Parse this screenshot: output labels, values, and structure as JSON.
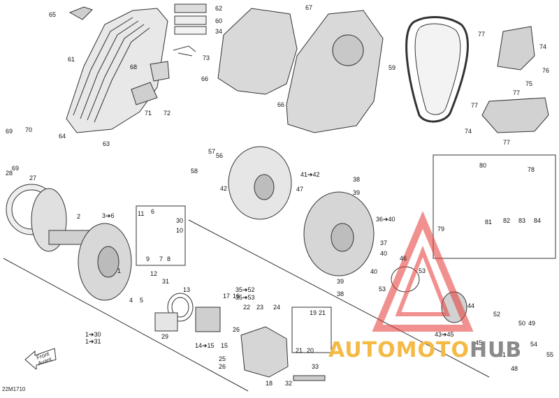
{
  "diagram_id": "22M1710",
  "front_label": [
    "Front",
    "Avant"
  ],
  "watermark": {
    "part1": "AUTOMOTO",
    "part2": "HUB",
    "color_main": "#f5b945",
    "color_tail": "#8a8a8a",
    "logo_color": "#e53935"
  },
  "callouts": [
    {
      "id": "c65",
      "text": "65"
    },
    {
      "id": "c62",
      "text": "62"
    },
    {
      "id": "c60",
      "text": "60"
    },
    {
      "id": "c34",
      "text": "34"
    },
    {
      "id": "c67",
      "text": "67"
    },
    {
      "id": "c61",
      "text": "61"
    },
    {
      "id": "c73",
      "text": "73"
    },
    {
      "id": "c68",
      "text": "68"
    },
    {
      "id": "c66a",
      "text": "66"
    },
    {
      "id": "c66b",
      "text": "66"
    },
    {
      "id": "c59",
      "text": "59"
    },
    {
      "id": "c77a",
      "text": "77"
    },
    {
      "id": "c74a",
      "text": "74"
    },
    {
      "id": "c76",
      "text": "76"
    },
    {
      "id": "c75",
      "text": "75"
    },
    {
      "id": "c77b",
      "text": "77"
    },
    {
      "id": "c77c",
      "text": "77"
    },
    {
      "id": "c74b",
      "text": "74"
    },
    {
      "id": "c77d",
      "text": "77"
    },
    {
      "id": "c71",
      "text": "71"
    },
    {
      "id": "c72",
      "text": "72"
    },
    {
      "id": "c64",
      "text": "64"
    },
    {
      "id": "c63",
      "text": "63"
    },
    {
      "id": "c69a",
      "text": "69"
    },
    {
      "id": "c70",
      "text": "70"
    },
    {
      "id": "c69b",
      "text": "69"
    },
    {
      "id": "c28",
      "text": "28"
    },
    {
      "id": "c27",
      "text": "27"
    },
    {
      "id": "c57",
      "text": "57"
    },
    {
      "id": "c56",
      "text": "56"
    },
    {
      "id": "c58",
      "text": "58"
    },
    {
      "id": "c42",
      "text": "42"
    },
    {
      "id": "c41_42",
      "text": "41➔42"
    },
    {
      "id": "c38a",
      "text": "38"
    },
    {
      "id": "c39a",
      "text": "39"
    },
    {
      "id": "c47",
      "text": "47"
    },
    {
      "id": "c80",
      "text": "80"
    },
    {
      "id": "c78",
      "text": "78"
    },
    {
      "id": "c2",
      "text": "2"
    },
    {
      "id": "c3_6",
      "text": "3➔6"
    },
    {
      "id": "c11",
      "text": "11"
    },
    {
      "id": "c6",
      "text": "6"
    },
    {
      "id": "c30",
      "text": "30"
    },
    {
      "id": "c10",
      "text": "10"
    },
    {
      "id": "c36_40",
      "text": "36➔40"
    },
    {
      "id": "c81",
      "text": "81"
    },
    {
      "id": "c82",
      "text": "82"
    },
    {
      "id": "c83",
      "text": "83"
    },
    {
      "id": "c84",
      "text": "84"
    },
    {
      "id": "c79",
      "text": "79"
    },
    {
      "id": "c9",
      "text": "9"
    },
    {
      "id": "c7",
      "text": "7"
    },
    {
      "id": "c8",
      "text": "8"
    },
    {
      "id": "c37",
      "text": "37"
    },
    {
      "id": "c40a",
      "text": "40"
    },
    {
      "id": "c46",
      "text": "46"
    },
    {
      "id": "c53a",
      "text": "53"
    },
    {
      "id": "c40b",
      "text": "40"
    },
    {
      "id": "c1",
      "text": "1"
    },
    {
      "id": "c12",
      "text": "12"
    },
    {
      "id": "c31",
      "text": "31"
    },
    {
      "id": "c39b",
      "text": "39"
    },
    {
      "id": "c53b",
      "text": "53"
    },
    {
      "id": "c38b",
      "text": "38"
    },
    {
      "id": "c4",
      "text": "4"
    },
    {
      "id": "c5",
      "text": "5"
    },
    {
      "id": "c13",
      "text": "13"
    },
    {
      "id": "c35_52",
      "text": "35➔52"
    },
    {
      "id": "c35_53",
      "text": "35➔53"
    },
    {
      "id": "c17",
      "text": "17"
    },
    {
      "id": "c16",
      "text": "16"
    },
    {
      "id": "c22",
      "text": "22"
    },
    {
      "id": "c23",
      "text": "23"
    },
    {
      "id": "c24",
      "text": "24"
    },
    {
      "id": "c44",
      "text": "44"
    },
    {
      "id": "c52",
      "text": "52"
    },
    {
      "id": "c19",
      "text": "19"
    },
    {
      "id": "c21a",
      "text": "21"
    },
    {
      "id": "c1_30",
      "text": "1➔30"
    },
    {
      "id": "c1_31",
      "text": "1➔31"
    },
    {
      "id": "c29",
      "text": "29"
    },
    {
      "id": "c14_15",
      "text": "14➔15"
    },
    {
      "id": "c15",
      "text": "15"
    },
    {
      "id": "c26a",
      "text": "26"
    },
    {
      "id": "c21b",
      "text": "21"
    },
    {
      "id": "c20",
      "text": "20"
    },
    {
      "id": "c43_45",
      "text": "43➔45"
    },
    {
      "id": "c45",
      "text": "45"
    },
    {
      "id": "c50",
      "text": "50"
    },
    {
      "id": "c49",
      "text": "49"
    },
    {
      "id": "c54",
      "text": "54"
    },
    {
      "id": "c51",
      "text": "51"
    },
    {
      "id": "c55",
      "text": "55"
    },
    {
      "id": "c25",
      "text": "25"
    },
    {
      "id": "c26b",
      "text": "26"
    },
    {
      "id": "c33",
      "text": "33"
    },
    {
      "id": "c48",
      "text": "48"
    },
    {
      "id": "c32",
      "text": "32"
    },
    {
      "id": "c18",
      "text": "18"
    }
  ]
}
